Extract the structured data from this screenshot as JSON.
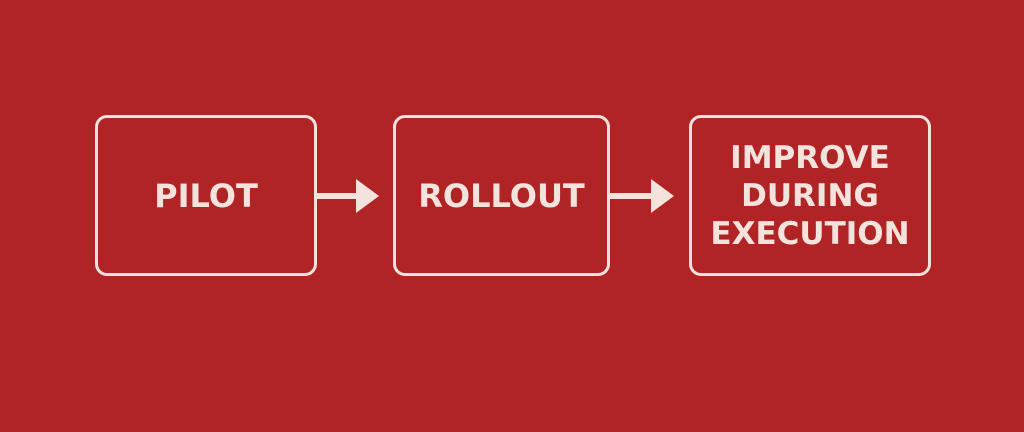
{
  "diagram": {
    "background_color": "#b12426",
    "foreground_color": "#f3e3dc",
    "steps": [
      {
        "label_lines": [
          "PILOT"
        ]
      },
      {
        "label_lines": [
          "ROLLOUT"
        ]
      },
      {
        "label_lines": [
          "IMPROVE",
          "DURING",
          "EXECUTION"
        ]
      }
    ],
    "connectors": [
      {
        "from": 0,
        "to": 1,
        "type": "arrow-right"
      },
      {
        "from": 1,
        "to": 2,
        "type": "arrow-right"
      }
    ]
  }
}
